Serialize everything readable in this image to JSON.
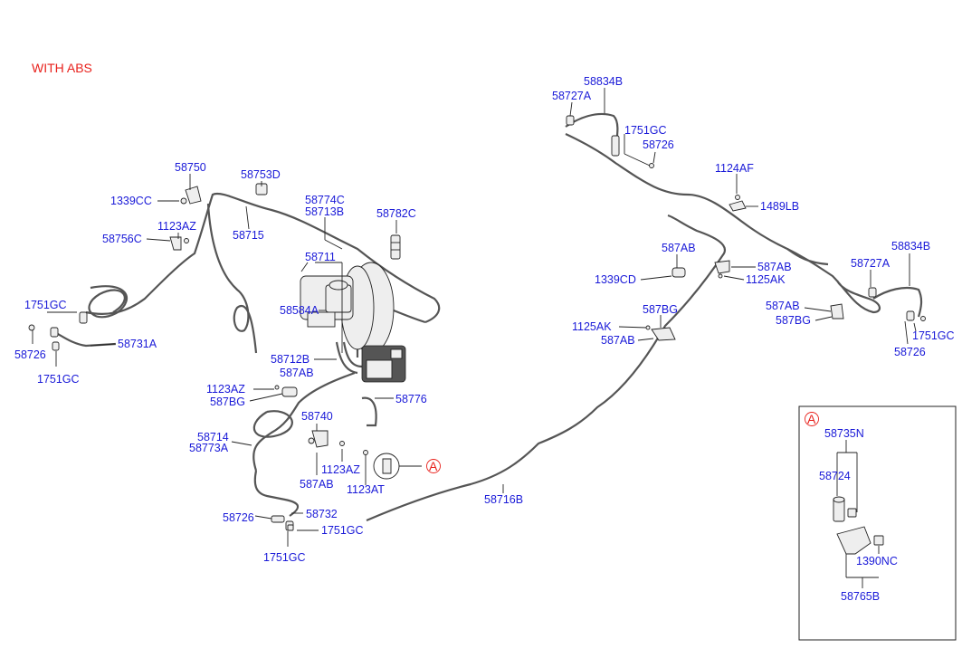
{
  "header": {
    "title": "WITH  ABS"
  },
  "detail": {
    "marker": "A"
  },
  "labels": {
    "p58750": "58750",
    "p1339CC": "1339CC",
    "p1123AZ_a": "1123AZ",
    "p58756C": "58756C",
    "p58753D": "58753D",
    "p58715": "58715",
    "p58774C": "58774C",
    "p58713B": "58713B",
    "p58782C": "58782C",
    "p58711": "58711",
    "p58584A": "58584A",
    "p58712B": "58712B",
    "p587AB_a": "587AB",
    "p1123AZ_b": "1123AZ",
    "p587BG_a": "587BG",
    "p58776": "58776",
    "p58740": "58740",
    "p58714": "58714",
    "p58773A": "58773A",
    "p1123AZ_c": "1123AZ",
    "p587AB_b": "587AB",
    "p1123AT": "1123AT",
    "p58732": "58732",
    "p58726_a": "58726",
    "p1751GC_a": "1751GC",
    "p1751GC_b": "1751GC",
    "p1751GC_c": "1751GC",
    "p58726_b": "58726",
    "p58731A": "58731A",
    "p1751GC_d": "1751GC",
    "p58716B": "58716B",
    "p58834B_a": "58834B",
    "p58727A_a": "58727A",
    "p1751GC_e": "1751GC",
    "p58726_c": "58726",
    "p1124AF": "1124AF",
    "p1489LB": "1489LB",
    "p587AB_c": "587AB",
    "p1339CD": "1339CD",
    "p587AB_d": "587AB",
    "p1125AK_a": "1125AK",
    "p587BG_b": "587BG",
    "p1125AK_b": "1125AK",
    "p587AB_e": "587AB",
    "p58834B_b": "58834B",
    "p58727A_b": "58727A",
    "p587AB_f": "587AB",
    "p587BG_c": "587BG",
    "p1751GC_f": "1751GC",
    "p58726_d": "58726",
    "p58735N": "58735N",
    "p58724": "58724",
    "p1390NC": "1390NC",
    "p58765B": "58765B"
  },
  "colors": {
    "label": "#1a1ad8",
    "title": "#e8211c",
    "line": "#222222",
    "pipe": "#555555"
  }
}
